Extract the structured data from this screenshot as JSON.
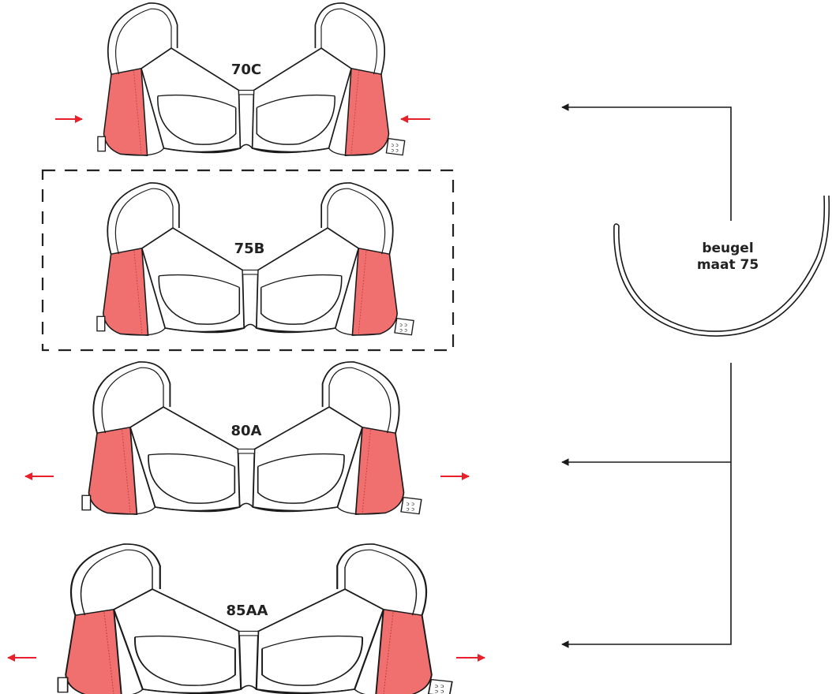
{
  "figure": {
    "sizes": [
      {
        "label": "70C",
        "band_arrows": "inward",
        "highlighted": false
      },
      {
        "label": "75B",
        "band_arrows": "none",
        "highlighted": true
      },
      {
        "label": "80A",
        "band_arrows": "outward",
        "highlighted": false
      },
      {
        "label": "85AA",
        "band_arrows": "outward",
        "highlighted": false
      }
    ],
    "underwire": {
      "label_line1": "beugel",
      "label_line2": "maat 75"
    },
    "colors": {
      "band": "#f07070",
      "arrow": "#e8202a",
      "outline": "#1a1a1a",
      "highlight_box": "#222222"
    }
  }
}
